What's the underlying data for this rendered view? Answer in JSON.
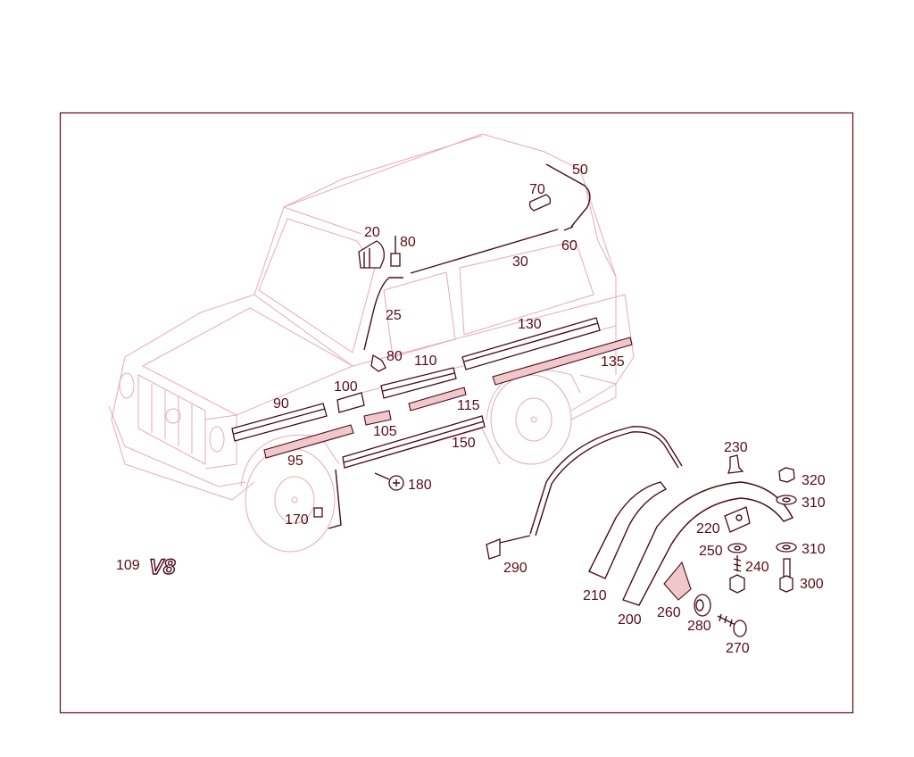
{
  "callouts": [
    {
      "id": "50",
      "label": "50"
    },
    {
      "id": "70",
      "label": "70"
    },
    {
      "id": "20",
      "label": "20"
    },
    {
      "id": "80a",
      "label": "80"
    },
    {
      "id": "60",
      "label": "60"
    },
    {
      "id": "30",
      "label": "30"
    },
    {
      "id": "25",
      "label": "25"
    },
    {
      "id": "130",
      "label": "130"
    },
    {
      "id": "80b",
      "label": "80"
    },
    {
      "id": "110",
      "label": "110"
    },
    {
      "id": "135",
      "label": "135"
    },
    {
      "id": "100",
      "label": "100"
    },
    {
      "id": "90",
      "label": "90"
    },
    {
      "id": "115",
      "label": "115"
    },
    {
      "id": "105",
      "label": "105"
    },
    {
      "id": "150",
      "label": "150"
    },
    {
      "id": "95",
      "label": "95"
    },
    {
      "id": "180",
      "label": "180"
    },
    {
      "id": "170",
      "label": "170"
    },
    {
      "id": "230",
      "label": "230"
    },
    {
      "id": "320",
      "label": "320"
    },
    {
      "id": "310a",
      "label": "310"
    },
    {
      "id": "220",
      "label": "220"
    },
    {
      "id": "250",
      "label": "250"
    },
    {
      "id": "310b",
      "label": "310"
    },
    {
      "id": "240",
      "label": "240"
    },
    {
      "id": "300",
      "label": "300"
    },
    {
      "id": "290",
      "label": "290"
    },
    {
      "id": "210",
      "label": "210"
    },
    {
      "id": "260",
      "label": "260"
    },
    {
      "id": "200",
      "label": "200"
    },
    {
      "id": "280",
      "label": "280"
    },
    {
      "id": "270",
      "label": "270"
    }
  ],
  "emblem": {
    "number": "109",
    "badge_text": "V8"
  },
  "colors": {
    "vehicle_outline": "#e8a8b8",
    "part_outline": "#4a0a18",
    "label": "#5a0a18",
    "frame": "#5a0a18"
  }
}
